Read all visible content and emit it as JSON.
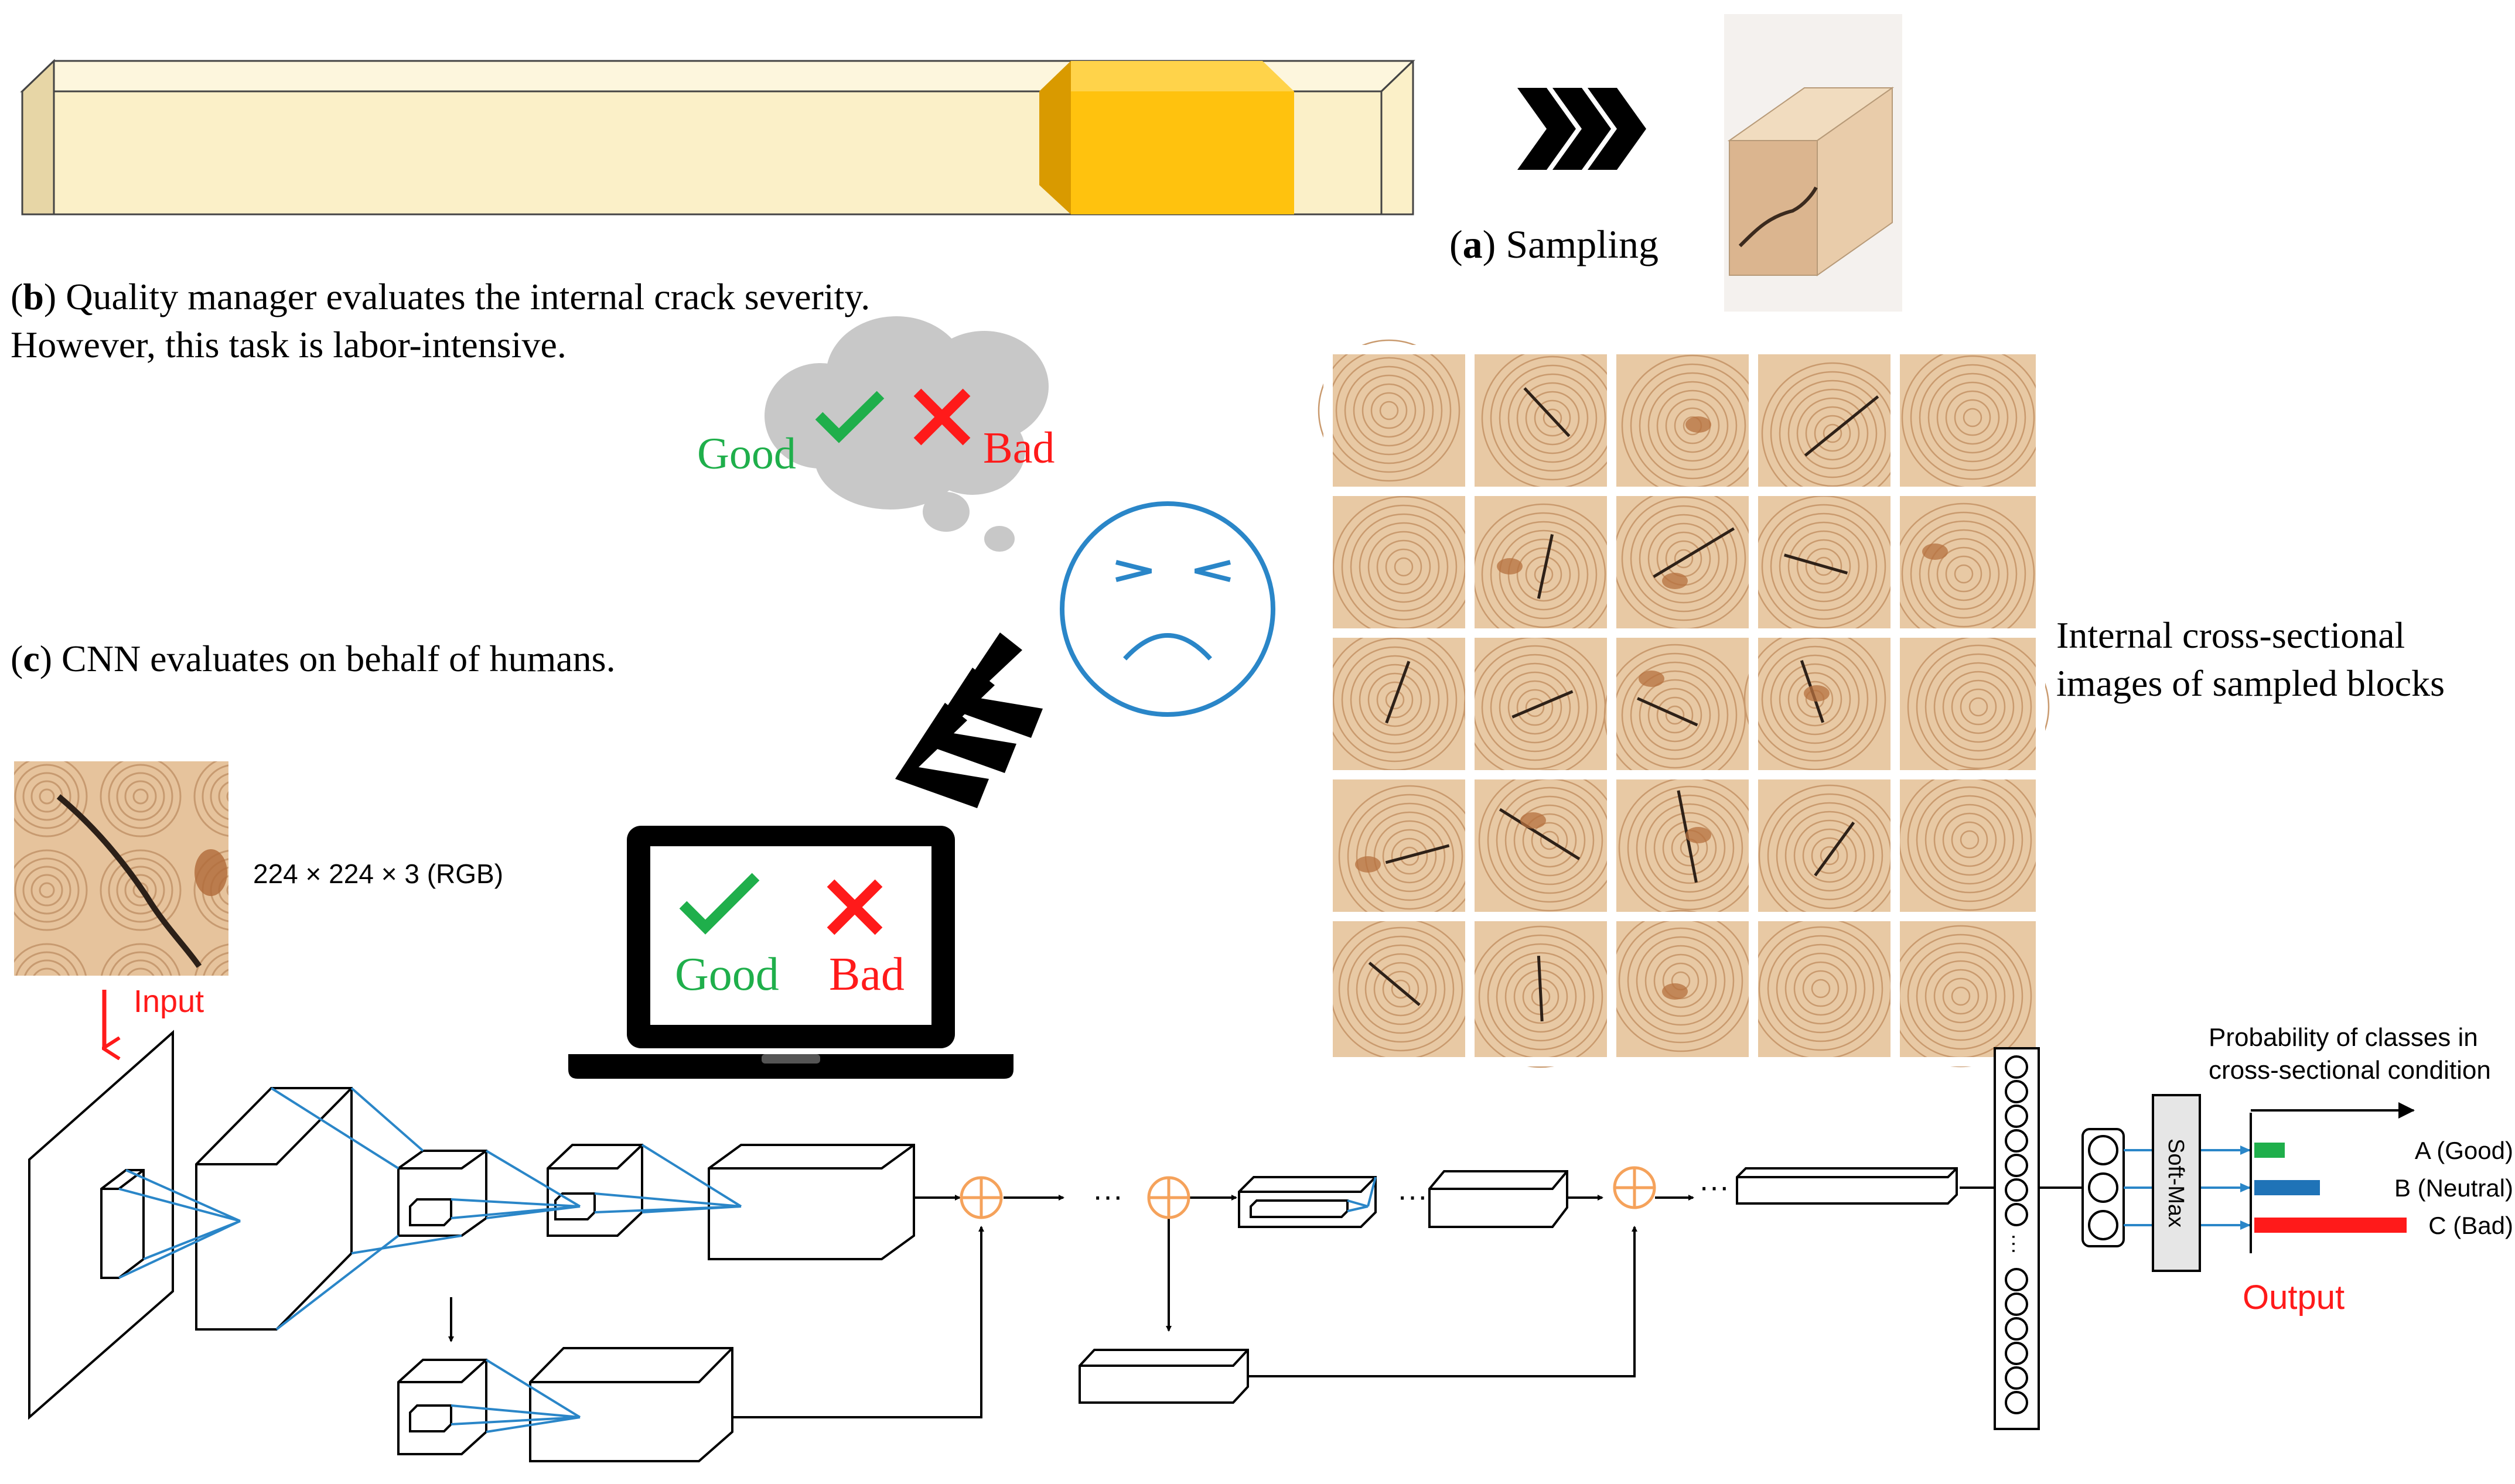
{
  "captions": {
    "a_letter": "a",
    "a_text": "Sampling",
    "b_letter": "b",
    "b_line1": "Quality manager evaluates the internal crack severity.",
    "b_line2": "However, this task is labor-intensive.",
    "c_letter": "c",
    "c_text": "CNN evaluates on behalf of humans.",
    "cross_section_line1": "Internal cross-sectional",
    "cross_section_line2": "images of sampled blocks"
  },
  "thought": {
    "good": "Good",
    "bad": "Bad"
  },
  "laptop": {
    "good": "Good",
    "bad": "Bad"
  },
  "cnn": {
    "input_size": "224 × 224 × 3 (RGB)",
    "input_label": "Input",
    "softmax_label": "Soft-Max",
    "dots": "···",
    "prob_title_line1": "Probability of classes in",
    "prob_title_line2": "cross-sectional condition",
    "output_label": "Output"
  },
  "chart_data": {
    "type": "bar",
    "title": "Probability of classes in cross-sectional condition",
    "categories": [
      "A (Good)",
      "B (Neutral)",
      "C (Bad)"
    ],
    "values": [
      0.13,
      0.28,
      0.65
    ],
    "colors": [
      "#1faf4b",
      "#1f73b7",
      "#ff1a1a"
    ]
  },
  "colors": {
    "good_green": "#1faf4b",
    "bad_red": "#ff1a1a",
    "cnn_blue": "#2a86c8",
    "add_orange": "#f5a25b",
    "beam_cream": "#fbf0c8",
    "sample_yellow": "#ffc20e",
    "wood": "#e8c9a4"
  },
  "icons": {
    "chevrons": "triple-chevron-right-icon",
    "chevrons_down": "triple-chevron-down-left-icon",
    "face": "frowning-face-icon",
    "thought_cloud": "thought-cloud-icon",
    "laptop": "laptop-icon",
    "check": "check-mark-icon",
    "cross": "cross-mark-icon",
    "add": "element-wise-add-icon"
  }
}
